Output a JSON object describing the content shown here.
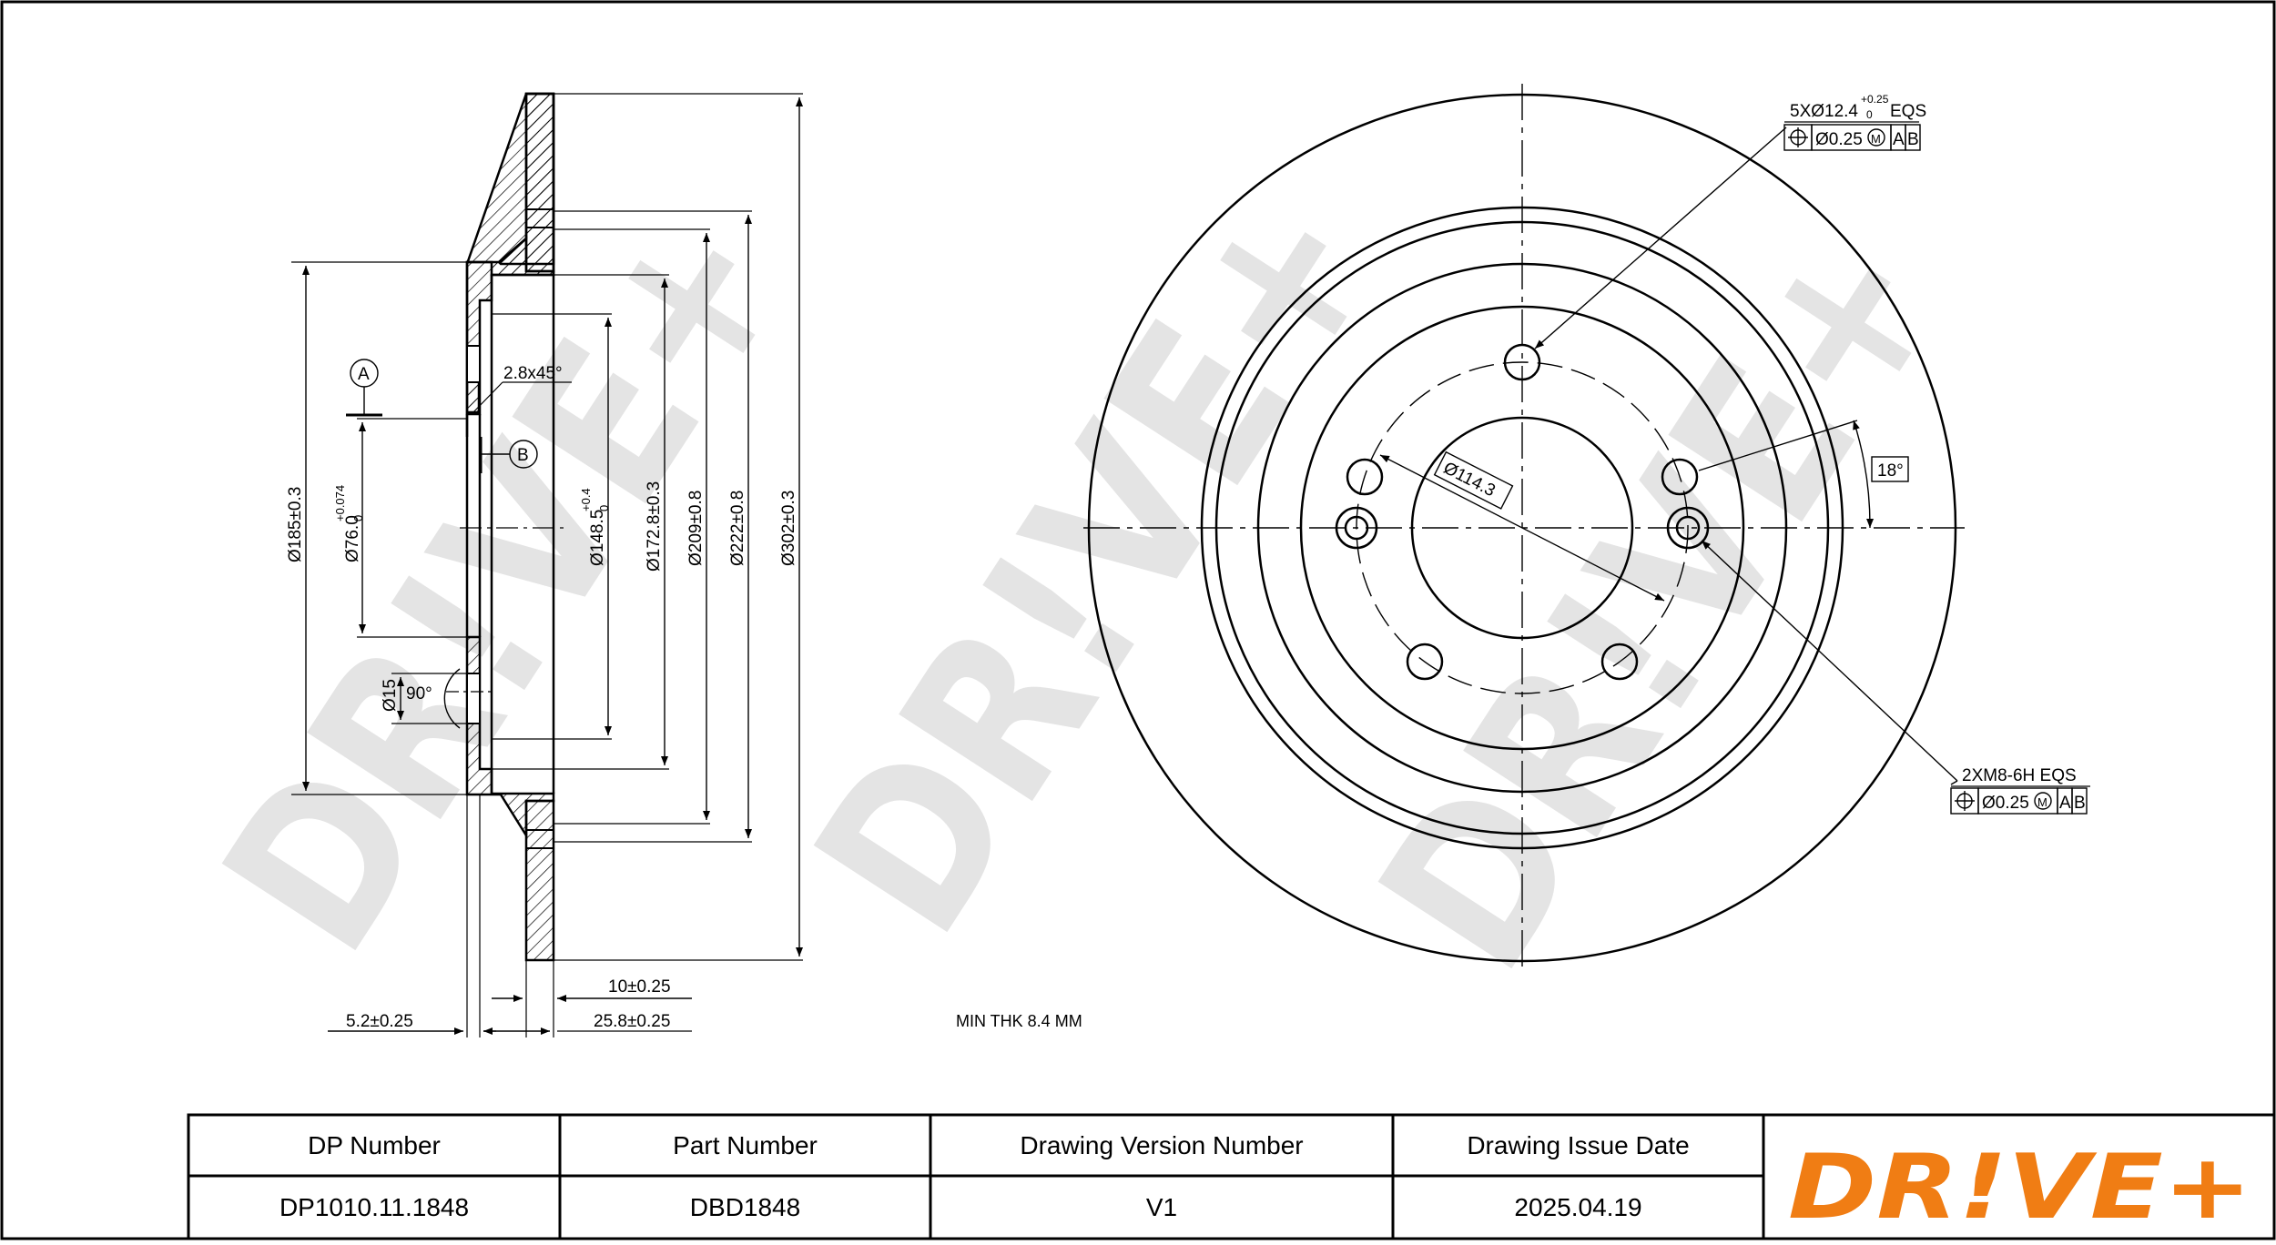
{
  "watermark": "DR!VE+",
  "side_view": {
    "dimensions": {
      "d185": "Ø185±0.3",
      "d76": "Ø76.0",
      "d76_tol_upper": "+0.074",
      "d76_tol_lower": "0",
      "d148": "Ø148.5",
      "d148_tol_upper": "+0.4",
      "d148_tol_lower": "0",
      "d172": "Ø172.8±0.3",
      "d209": "Ø209±0.8",
      "d222": "Ø222±0.8",
      "d302": "Ø302±0.3",
      "chamfer": "2.8x45°",
      "d15": "Ø15",
      "angle90": "90°",
      "t10": "10±0.25",
      "t25": "25.8±0.25",
      "t5": "5.2±0.25"
    },
    "datum_a": "A",
    "datum_b": "B"
  },
  "front_view": {
    "bolt_holes_callout": "5XØ12.4",
    "bolt_holes_tol_upper": "+0.25",
    "bolt_holes_tol_lower": "0",
    "bolt_holes_eqs": "EQS",
    "threads_callout": "2XM8-6H EQS",
    "pcd": "Ø114.3",
    "angle": "18°",
    "frame_symbol": "⌖",
    "frame_tolerance": "Ø0.25",
    "frame_modifier": "M",
    "frame_datum_1": "A",
    "frame_datum_2": "B"
  },
  "min_thk": "MIN THK 8.4 MM",
  "title_block": {
    "headers": [
      "DP Number",
      "Part Number",
      "Drawing Version Number",
      "Drawing Issue Date"
    ],
    "values": [
      "DP1010.11.1848",
      "DBD1848",
      "V1",
      "2025.04.19"
    ],
    "logo_text": "DR!VE+"
  },
  "colors": {
    "line": "#000000",
    "watermark": "#e6e6e6",
    "logo": "#f07d14"
  }
}
